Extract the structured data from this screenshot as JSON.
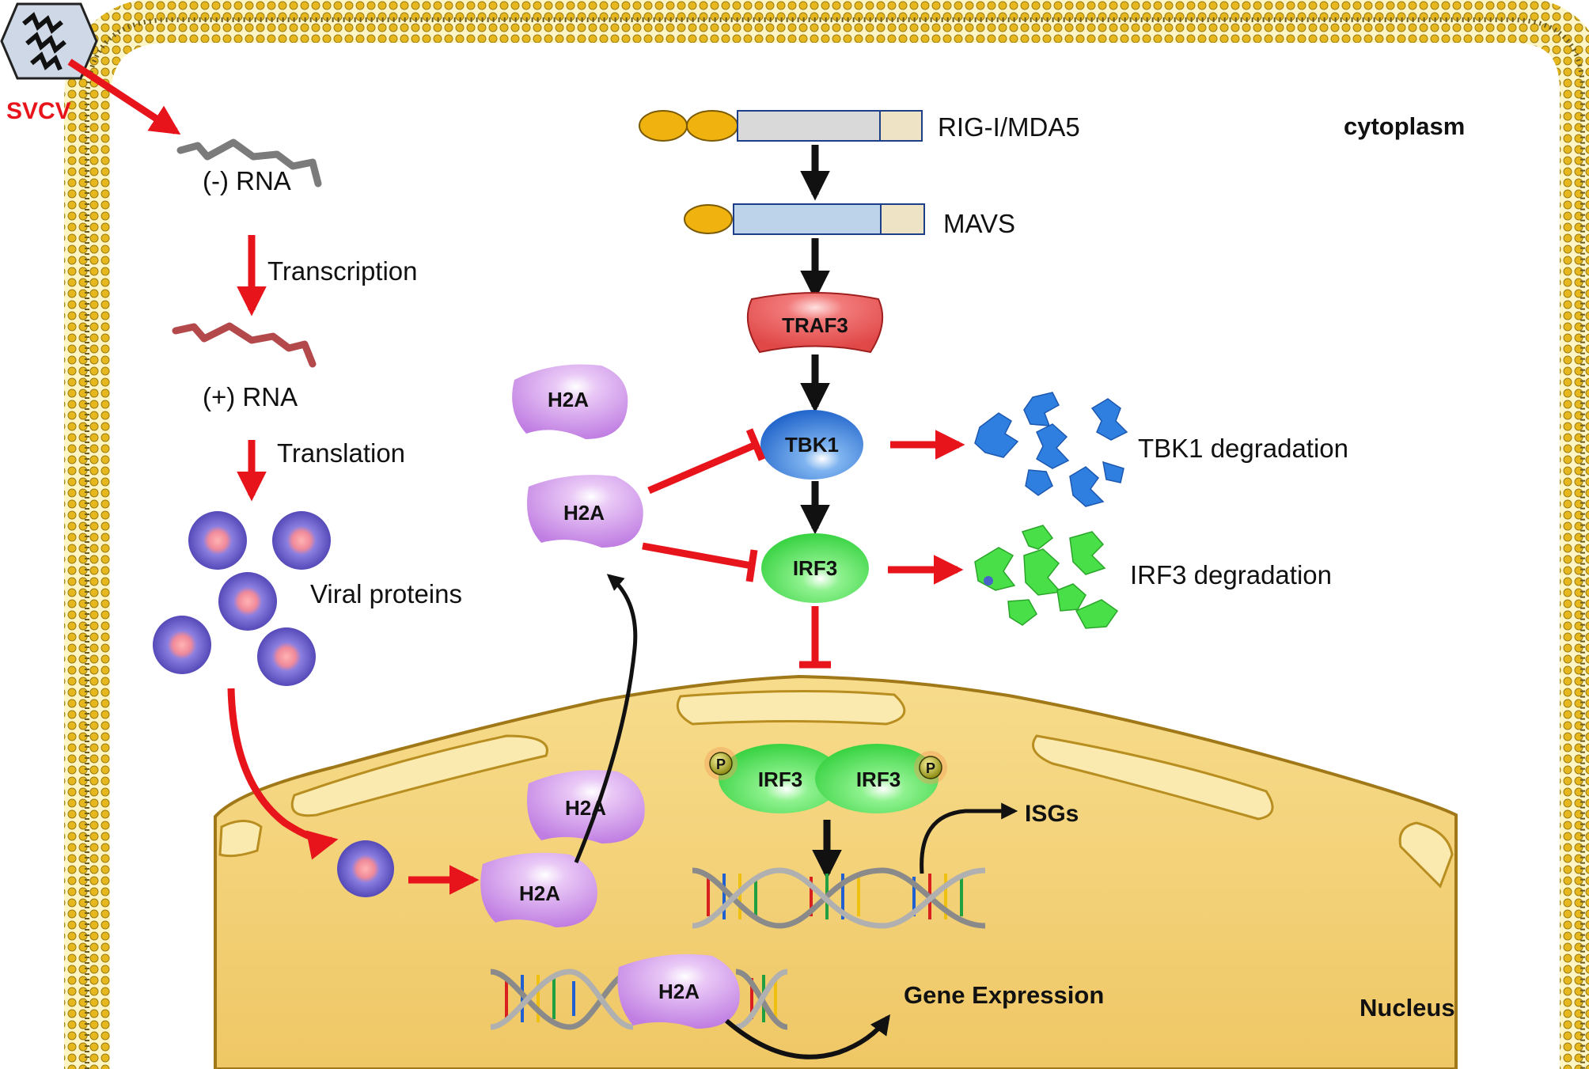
{
  "virus": {
    "name": "SVCV"
  },
  "compartments": {
    "cytoplasm": "cytoplasm",
    "nucleus": "Nucleus"
  },
  "viral_lifecycle": {
    "neg_rna": "(-) RNA",
    "transcription": "Transcription",
    "pos_rna": "(+) RNA",
    "translation": "Translation",
    "viral_proteins": "Viral proteins"
  },
  "pathway": {
    "rig": "RIG-I/MDA5",
    "mavs": "MAVS",
    "traf3": "TRAF3",
    "tbk1": "TBK1",
    "irf3": "IRF3",
    "tbk1_degradation": "TBK1 degradation",
    "irf3_degradation": "IRF3 degradation"
  },
  "h2a_label": "H2A",
  "nuclear": {
    "irf3_dimer": [
      "IRF3",
      "IRF3"
    ],
    "phospho": "P",
    "isgs": "ISGs",
    "gene_expression": "Gene Expression"
  },
  "colors": {
    "inhibition": "#e8141b",
    "activation": "#111111",
    "h2a": "#cc88e8",
    "tbk1": "#2f7fe0",
    "irf3": "#49df49",
    "traf3": "#ec5a5a",
    "nucleus": "#f3d27a",
    "membrane": "#e3b61e",
    "viral_protein": "#8a7ee0"
  }
}
